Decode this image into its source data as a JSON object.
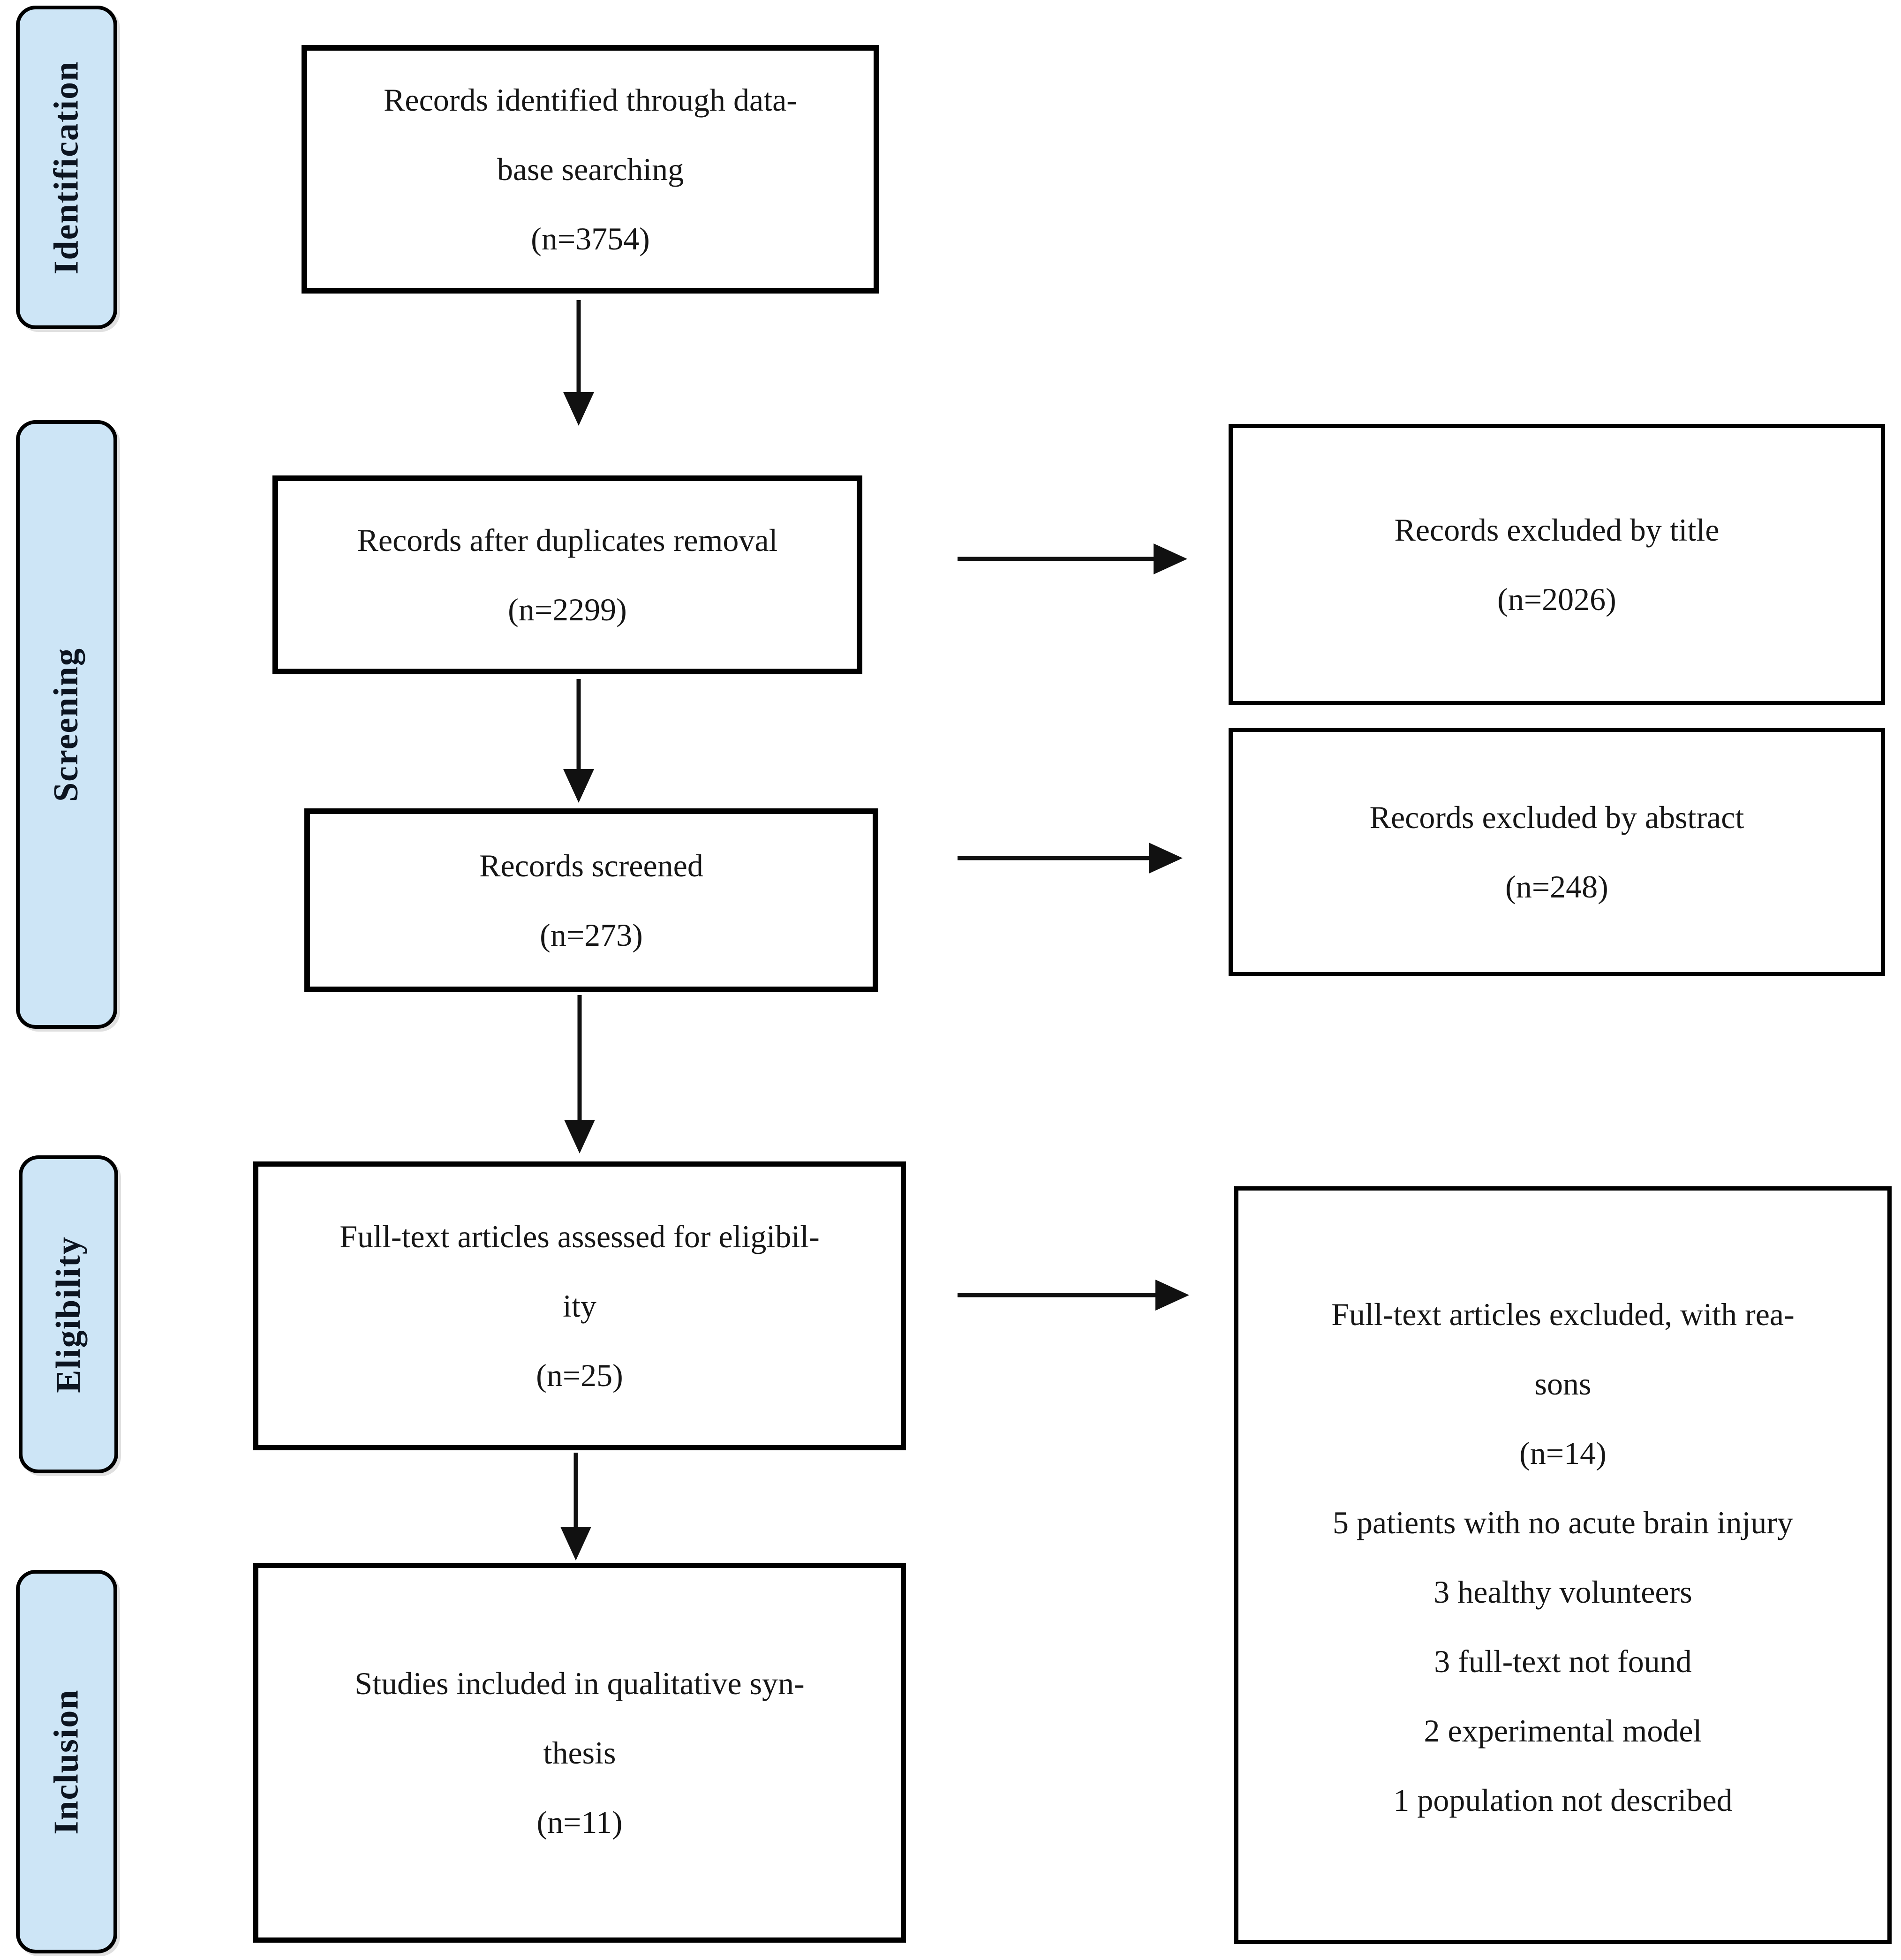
{
  "diagram": {
    "type": "prisma-flow",
    "stages": [
      {
        "label": "Identification"
      },
      {
        "label": "Screening"
      },
      {
        "label": "Eligibility"
      },
      {
        "label": "Inclusion"
      }
    ],
    "flow_boxes": [
      {
        "id": "records-identified",
        "count": 3754,
        "lines": [
          "Records identified through data-",
          "base searching",
          "(n=3754)"
        ]
      },
      {
        "id": "after-duplicates",
        "count": 2299,
        "lines": [
          "Records after duplicates removal",
          "(n=2299)"
        ]
      },
      {
        "id": "records-screened",
        "count": 273,
        "lines": [
          "Records screened",
          "(n=273)"
        ]
      },
      {
        "id": "fulltext-assessed",
        "count": 25,
        "lines": [
          "Full-text articles assessed for eligibil-",
          "ity",
          "(n=25)"
        ]
      },
      {
        "id": "studies-included",
        "count": 11,
        "lines": [
          "Studies included in qualitative syn-",
          "thesis",
          "(n=11)"
        ]
      }
    ],
    "exclusion_boxes": [
      {
        "id": "excluded-by-title",
        "count": 2026,
        "lines": [
          "Records excluded by title",
          "(n=2026)"
        ]
      },
      {
        "id": "excluded-by-abstract",
        "count": 248,
        "lines": [
          "Records excluded by abstract",
          "(n=248)"
        ]
      },
      {
        "id": "fulltext-excluded",
        "count": 14,
        "lines": [
          "Full-text articles excluded, with rea-",
          "sons",
          "(n=14)",
          "5 patients with no acute brain injury",
          "3 healthy volunteers",
          "3 full-text not found",
          "2 experimental model",
          "1 population not described"
        ]
      }
    ],
    "colors": {
      "stage_fill": "#cde5f6",
      "box_fill": "#ffffff",
      "border": "#000000",
      "arrow": "#111111"
    }
  }
}
